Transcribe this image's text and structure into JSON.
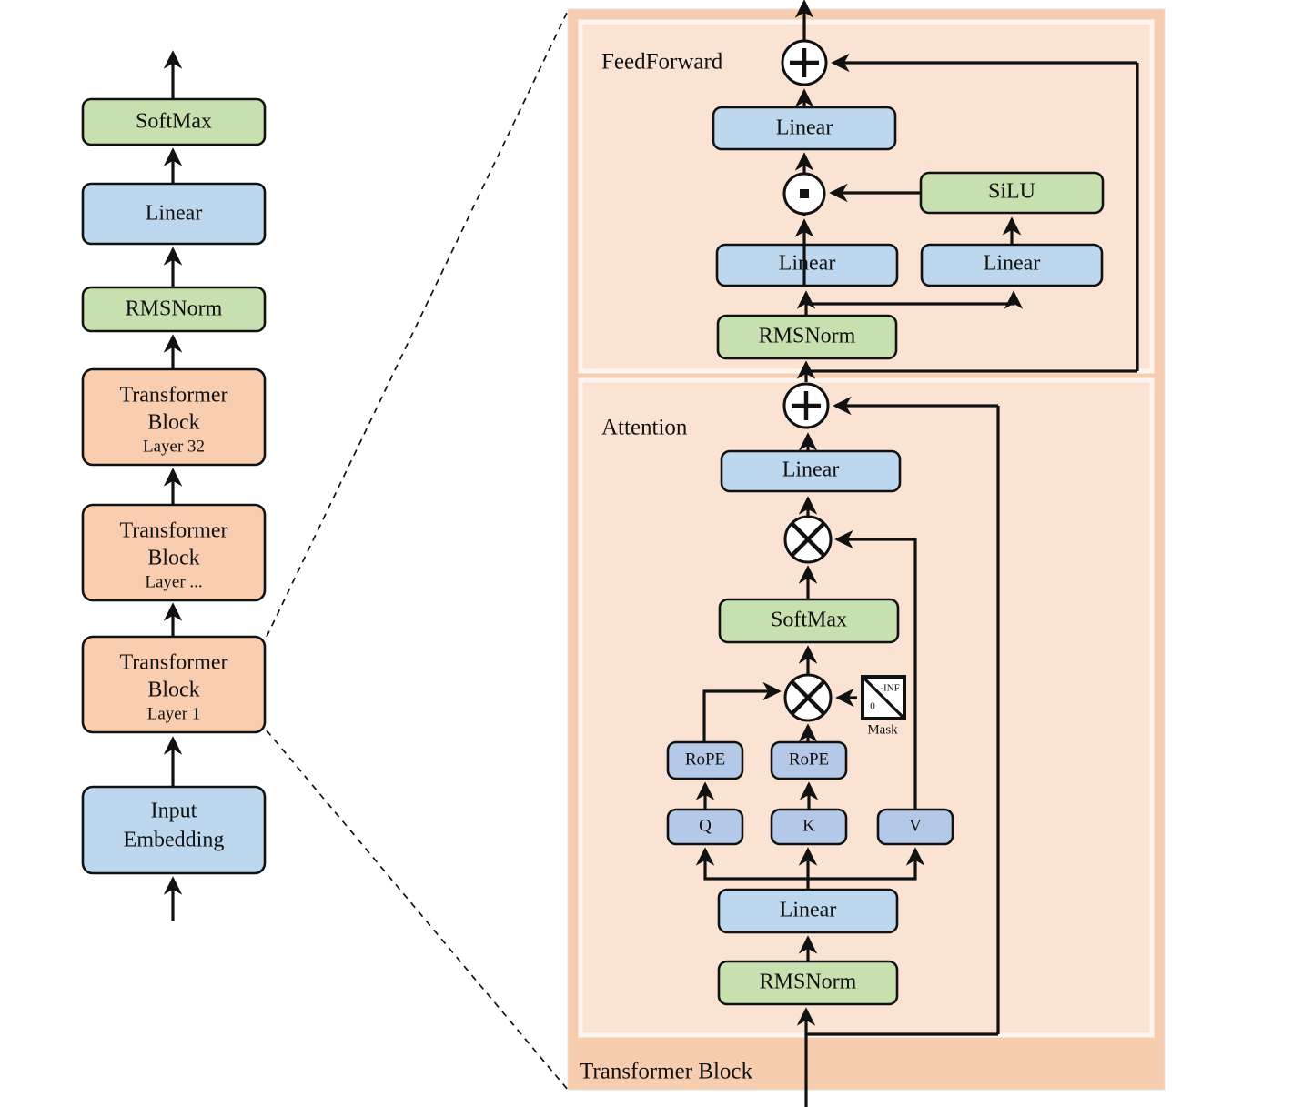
{
  "figure": {
    "type": "diagram",
    "subject": "Transformer (LLaMA-style) architecture block diagram",
    "background_color": "#ffffff"
  },
  "palette": {
    "blue": "#bdd7ee",
    "blue_dark": "#b4c9e8",
    "green": "#c8e0b0",
    "salmon": "#f8cdb0",
    "panel_outer": "#f6cdae",
    "panel_inner": "#fbe3d4",
    "stroke": "#111111"
  },
  "left_stack": {
    "name": "model-overview-stack",
    "blocks": [
      {
        "id": "softmax",
        "label": "SoftMax",
        "sublabel": "",
        "color": "green"
      },
      {
        "id": "linear-head",
        "label": "Linear",
        "sublabel": "",
        "color": "blue"
      },
      {
        "id": "rmsnorm-final",
        "label": "RMSNorm",
        "sublabel": "",
        "color": "green"
      },
      {
        "id": "transformer-block-32",
        "label": "Transformer Block",
        "sublabel": "Layer 32",
        "color": "salmon"
      },
      {
        "id": "transformer-block-dots",
        "label": "Transformer Block",
        "sublabel": "Layer ...",
        "color": "salmon"
      },
      {
        "id": "transformer-block-1",
        "label": "Transformer Block",
        "sublabel": "Layer 1",
        "color": "salmon"
      },
      {
        "id": "input-embedding",
        "label": "Input Embedding",
        "sublabel": "",
        "color": "blue"
      }
    ]
  },
  "detail_panel": {
    "title": "Transformer Block",
    "sections": [
      {
        "id": "feedforward",
        "title": "FeedForward"
      },
      {
        "id": "attention",
        "title": "Attention"
      }
    ]
  },
  "feedforward": {
    "nodes": [
      {
        "id": "ff-add",
        "label": "+",
        "kind": "op-add"
      },
      {
        "id": "ff-linear-out",
        "label": "Linear",
        "kind": "box",
        "color": "blue"
      },
      {
        "id": "ff-mul",
        "label": "·",
        "kind": "op-dot"
      },
      {
        "id": "ff-silu",
        "label": "SiLU",
        "kind": "box",
        "color": "green"
      },
      {
        "id": "ff-linear-gate",
        "label": "Linear",
        "kind": "box",
        "color": "blue"
      },
      {
        "id": "ff-linear-up",
        "label": "Linear",
        "kind": "box",
        "color": "blue"
      },
      {
        "id": "ff-rmsnorm",
        "label": "RMSNorm",
        "kind": "box",
        "color": "green"
      }
    ]
  },
  "attention": {
    "nodes": [
      {
        "id": "attn-add",
        "label": "+",
        "kind": "op-add"
      },
      {
        "id": "attn-linear-out",
        "label": "Linear",
        "kind": "box",
        "color": "blue"
      },
      {
        "id": "attn-mul-v",
        "label": "x",
        "kind": "op-mul"
      },
      {
        "id": "attn-softmax",
        "label": "SoftMax",
        "kind": "box",
        "color": "green"
      },
      {
        "id": "attn-mul-qk",
        "label": "x",
        "kind": "op-mul"
      },
      {
        "id": "attn-mask",
        "label": "Mask",
        "kind": "mask",
        "upper_value": "-INF",
        "lower_value": "0"
      },
      {
        "id": "rope-q",
        "label": "RoPE",
        "kind": "box",
        "color": "blue_dark"
      },
      {
        "id": "rope-k",
        "label": "RoPE",
        "kind": "box",
        "color": "blue_dark"
      },
      {
        "id": "q",
        "label": "Q",
        "kind": "box",
        "color": "blue_dark"
      },
      {
        "id": "k",
        "label": "K",
        "kind": "box",
        "color": "blue_dark"
      },
      {
        "id": "v",
        "label": "V",
        "kind": "box",
        "color": "blue_dark"
      },
      {
        "id": "attn-linear-qkv",
        "label": "Linear",
        "kind": "box",
        "color": "blue"
      },
      {
        "id": "attn-rmsnorm",
        "label": "RMSNorm",
        "kind": "box",
        "color": "green"
      }
    ]
  }
}
